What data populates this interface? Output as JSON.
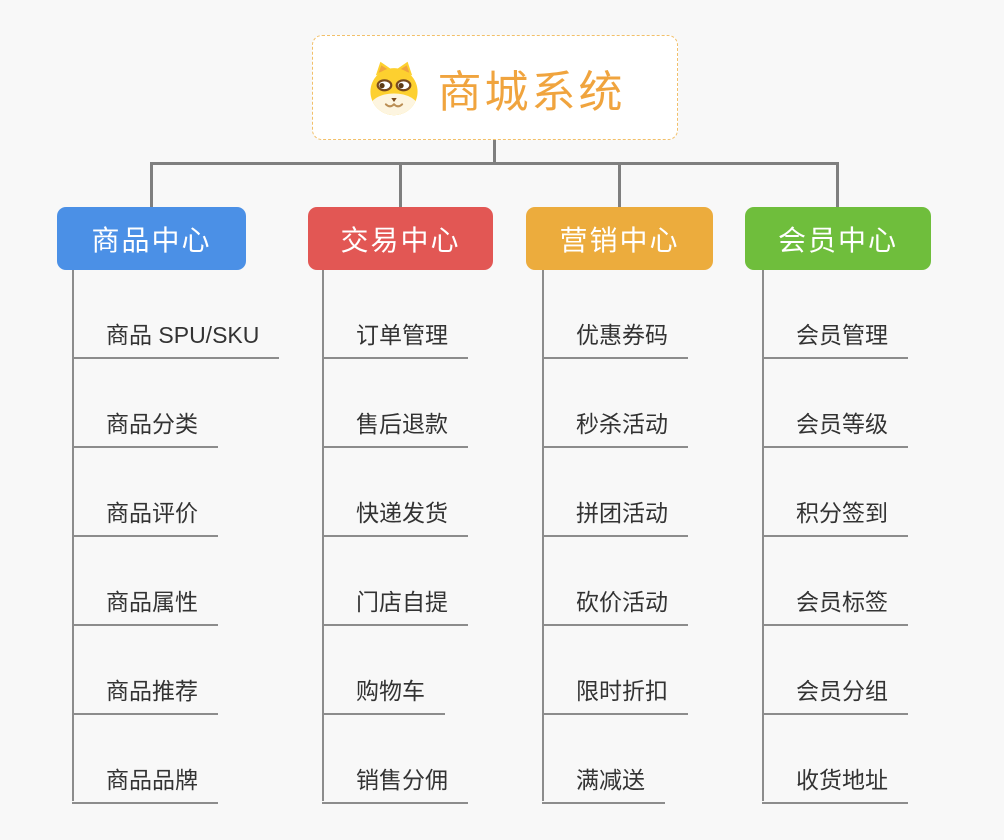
{
  "root": {
    "title": "商城系统",
    "icon": "dog-icon"
  },
  "branches": [
    {
      "id": "product-center",
      "label": "商品中心",
      "color": "#4b90e6",
      "items": [
        "商品 SPU/SKU",
        "商品分类",
        "商品评价",
        "商品属性",
        "商品推荐",
        "商品品牌"
      ]
    },
    {
      "id": "trade-center",
      "label": "交易中心",
      "color": "#e25754",
      "items": [
        "订单管理",
        "售后退款",
        "快递发货",
        "门店自提",
        "购物车",
        "销售分佣"
      ]
    },
    {
      "id": "marketing-center",
      "label": "营销中心",
      "color": "#ecac3d",
      "items": [
        "优惠券码",
        "秒杀活动",
        "拼团活动",
        "砍价活动",
        "限时折扣",
        "满减送"
      ]
    },
    {
      "id": "member-center",
      "label": "会员中心",
      "color": "#6fbe3c",
      "items": [
        "会员管理",
        "会员等级",
        "积分签到",
        "会员标签",
        "会员分组",
        "收货地址"
      ]
    }
  ],
  "colors": {
    "background": "#f8f8f8",
    "connector": "#7f7f7f",
    "leaf_line": "#8c8c8c",
    "leaf_text": "#333333",
    "root_text": "#f0a43e",
    "root_border": "#f2c06a",
    "root_background": "#ffffff",
    "branch_text": "#ffffff"
  }
}
